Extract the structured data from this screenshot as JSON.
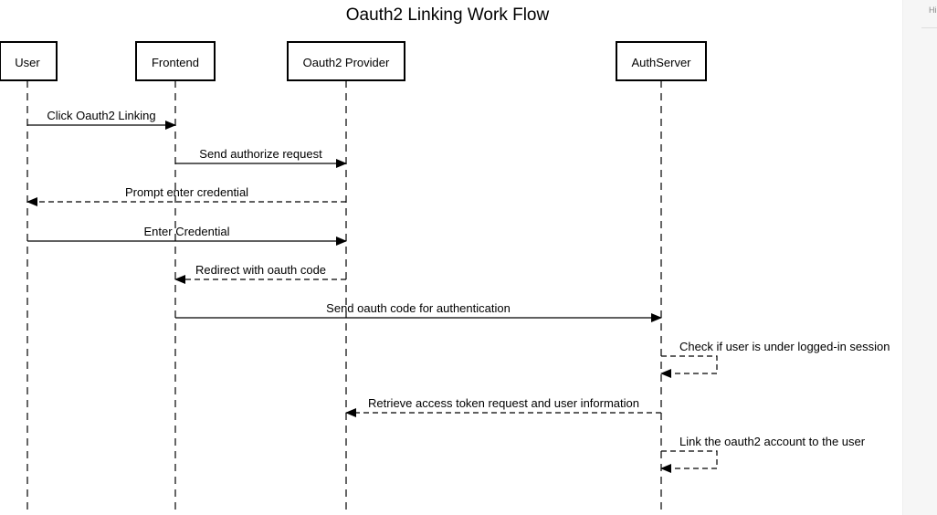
{
  "title": "Oauth2 Linking Work Flow",
  "side_panel": {
    "label": "Hi"
  },
  "participants": [
    {
      "id": "user",
      "label": "User"
    },
    {
      "id": "frontend",
      "label": "Frontend"
    },
    {
      "id": "provider",
      "label": "Oauth2 Provider"
    },
    {
      "id": "authserver",
      "label": "AuthServer"
    }
  ],
  "messages": [
    {
      "from": "user",
      "to": "frontend",
      "label": "Click Oauth2 Linking",
      "style": "solid"
    },
    {
      "from": "frontend",
      "to": "provider",
      "label": "Send authorize request",
      "style": "solid"
    },
    {
      "from": "provider",
      "to": "user",
      "label": "Prompt enter credential",
      "style": "dashed"
    },
    {
      "from": "user",
      "to": "provider",
      "label": "Enter Credential",
      "style": "solid"
    },
    {
      "from": "provider",
      "to": "frontend",
      "label": "Redirect with oauth code",
      "style": "dashed"
    },
    {
      "from": "frontend",
      "to": "authserver",
      "label": "Send oauth code for authentication",
      "style": "solid"
    },
    {
      "from": "authserver",
      "to": "authserver",
      "label": "Check if user is under logged-in session",
      "style": "dashed"
    },
    {
      "from": "authserver",
      "to": "provider",
      "label": "Retrieve access token request and user information",
      "style": "dashed"
    },
    {
      "from": "authserver",
      "to": "authserver",
      "label": "Link the oauth2 account to the user",
      "style": "dashed"
    }
  ],
  "colors": {
    "line": "#000000",
    "text": "#000000",
    "background": "#ffffff"
  }
}
